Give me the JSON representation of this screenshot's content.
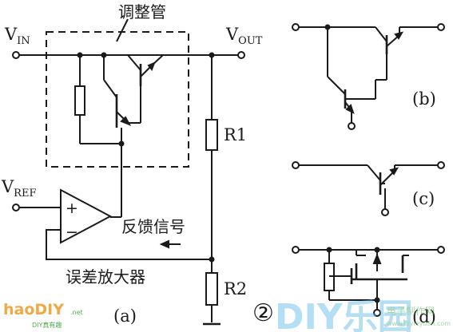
{
  "labels": {
    "regulator": "调整管",
    "vin_main": "V",
    "vin_sub": "IN",
    "vout_main": "V",
    "vout_sub": "OUT",
    "vref_main": "V",
    "vref_sub": "REF",
    "plus": "+",
    "minus": "−",
    "feedback": "反馈信号",
    "error_amp": "误差放大器",
    "r1": "R1",
    "r2": "R2",
    "fig_a": "(a)",
    "fig_b": "(b)",
    "fig_c": "(c)",
    "fig_d": "(d)",
    "circle_num": "②"
  },
  "watermark": {
    "logo": "haoDIY",
    "logo_net": ".net",
    "logo_sub": "DIY真有趣",
    "big": "DIY乐园",
    "site_cn": "电子制作网",
    "site_url": "www.diyleyuan.com"
  },
  "colors": {
    "line": "#1a1a1a",
    "watermark_orange": "#f0a030",
    "watermark_green": "#3aa63a",
    "watermark_blue": "#58b8e8"
  }
}
